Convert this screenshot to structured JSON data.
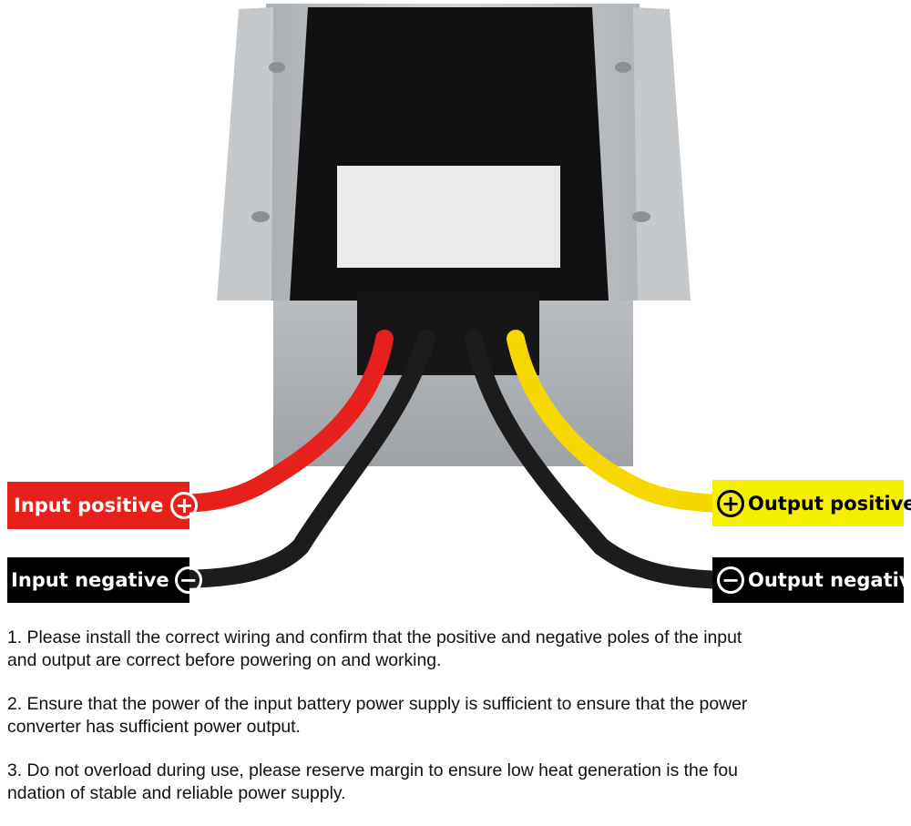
{
  "labels": {
    "input_positive": "Input positive",
    "input_negative": "Input negative",
    "output_positive": "Output positive",
    "output_negative": "Output negative",
    "plus_symbol": "+",
    "minus_symbol": "−"
  },
  "notes": [
    "1. Please install the correct wiring and confirm that the positive and negative poles of the input\nand output are correct before powering on and working.",
    "2. Ensure that the power of the input battery power supply is sufficient to ensure that the power\n converter has sufficient power output.",
    "3. Do not overload during use, please reserve margin to ensure low heat generation is the fou\nndation of stable and reliable power supply."
  ],
  "colors": {
    "wire_red": "#e8201c",
    "wire_yellow": "#f5d800",
    "wire_black": "#1c1c1c",
    "housing_silver": "#bfc3c6",
    "housing_dark": "#111111"
  }
}
